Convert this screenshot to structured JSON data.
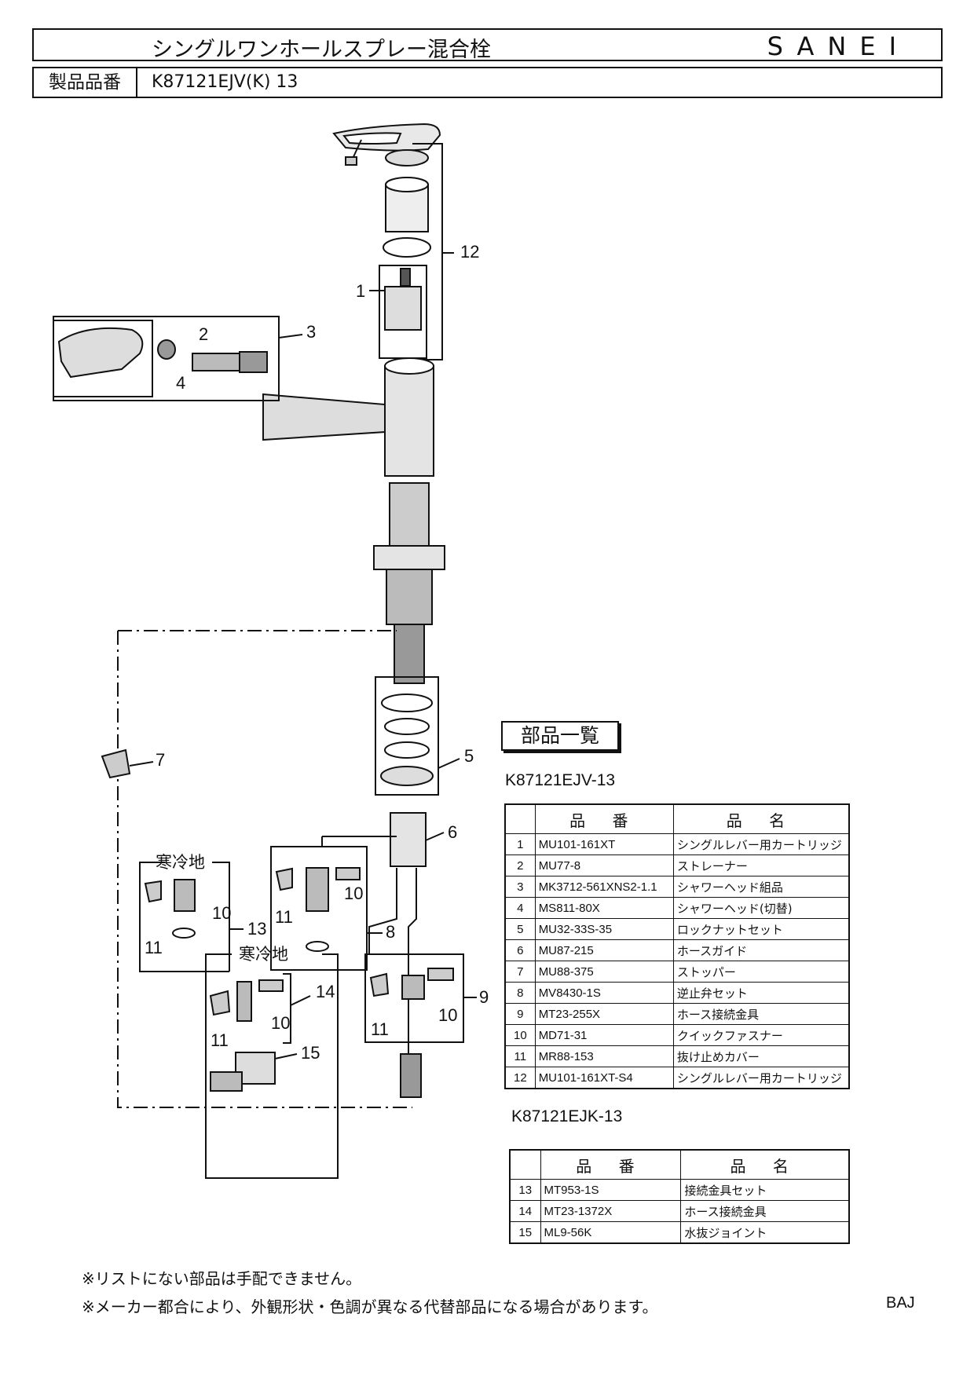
{
  "header": {
    "title": "シングルワンホールスプレー混合栓",
    "brand": "SANEI",
    "model_label": "製品品番",
    "model_value": "K87121EJV(K) 13"
  },
  "diagram": {
    "callouts": [
      "1",
      "2",
      "3",
      "4",
      "5",
      "6",
      "7",
      "8",
      "9",
      "10",
      "11",
      "12",
      "13",
      "14",
      "15"
    ],
    "cold_region_label": "寒冷地"
  },
  "parts_list": {
    "heading": "部品一覧",
    "col_part_no": "品 番",
    "col_part_name": "品 名",
    "table1": {
      "title": "K87121EJV-13",
      "rows": [
        {
          "no": "1",
          "part": "MU101-161XT",
          "name": "シングルレバー用カートリッジ"
        },
        {
          "no": "2",
          "part": "MU77-8",
          "name": "ストレーナー"
        },
        {
          "no": "3",
          "part": "MK3712-561XNS2-1.1",
          "name": "シャワーヘッド組品"
        },
        {
          "no": "4",
          "part": "MS811-80X",
          "name": "シャワーヘッド(切替)"
        },
        {
          "no": "5",
          "part": "MU32-33S-35",
          "name": "ロックナットセット"
        },
        {
          "no": "6",
          "part": "MU87-215",
          "name": "ホースガイド"
        },
        {
          "no": "7",
          "part": "MU88-375",
          "name": "ストッパー"
        },
        {
          "no": "8",
          "part": "MV8430-1S",
          "name": "逆止弁セット"
        },
        {
          "no": "9",
          "part": "MT23-255X",
          "name": "ホース接続金具"
        },
        {
          "no": "10",
          "part": "MD71-31",
          "name": "クイックファスナー"
        },
        {
          "no": "11",
          "part": "MR88-153",
          "name": "抜け止めカバー"
        },
        {
          "no": "12",
          "part": "MU101-161XT-S4",
          "name": "シングルレバー用カートリッジ"
        }
      ]
    },
    "table2": {
      "title": "K87121EJK-13",
      "rows": [
        {
          "no": "13",
          "part": "MT953-1S",
          "name": "接続金具セット"
        },
        {
          "no": "14",
          "part": "MT23-1372X",
          "name": "ホース接続金具"
        },
        {
          "no": "15",
          "part": "ML9-56K",
          "name": "水抜ジョイント"
        }
      ]
    }
  },
  "notes": [
    "※リストにない部品は手配できません。",
    "※メーカー都合により、外観形状・色調が異なる代替部品になる場合があります。"
  ],
  "doc_code": "BAJ"
}
